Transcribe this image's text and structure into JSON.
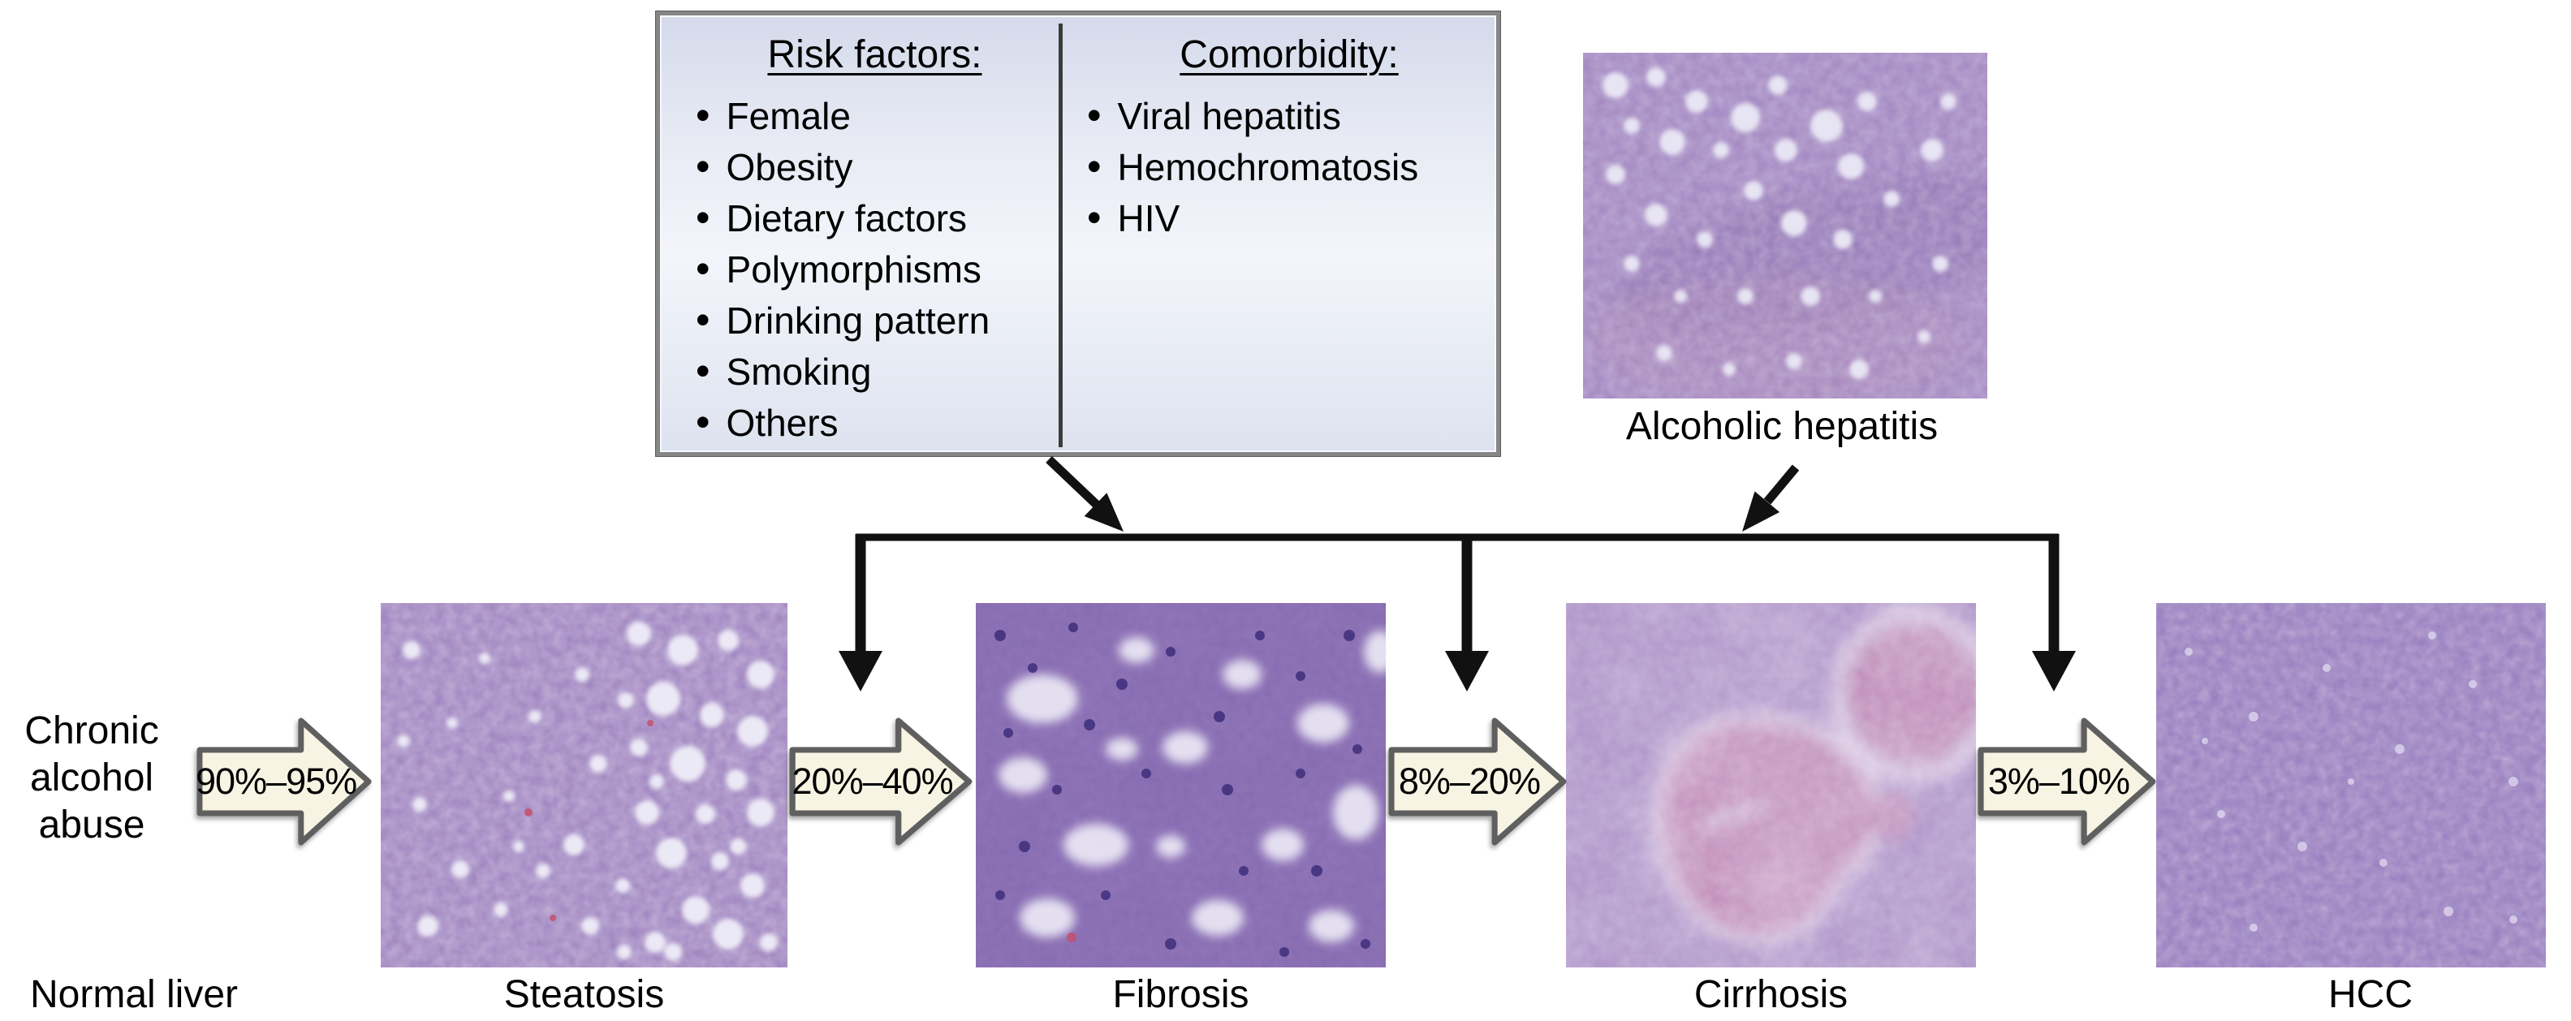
{
  "figure": {
    "background": "#ffffff",
    "risk_box": {
      "bullet_glyph": "•",
      "border_color": "#868686",
      "divider_color": "#3b3b3b",
      "left": {
        "heading": "Risk factors:",
        "items": [
          "Female",
          "Obesity",
          "Dietary factors",
          "Polymorphisms",
          "Drinking pattern",
          "Smoking",
          "Others"
        ]
      },
      "right": {
        "heading": "Comorbidity:",
        "items": [
          "Viral hepatitis",
          "Hemochromatosis",
          "HIV"
        ]
      }
    },
    "hepatitis": {
      "label": "Alcoholic hepatitis"
    },
    "source_label": "Chronic\nalcohol\nabuse",
    "transition_arrows": [
      {
        "label": "90%–95%"
      },
      {
        "label": "20%–40%"
      },
      {
        "label": "8%–20%"
      },
      {
        "label": "3%–10%"
      }
    ],
    "arrow_style": {
      "fill": "#f7f4e3",
      "stroke": "#5f5f5f",
      "text_color": "#000000"
    },
    "connector_color": "#111111",
    "stages": [
      {
        "label": "Normal liver"
      },
      {
        "label": "Steatosis"
      },
      {
        "label": "Fibrosis"
      },
      {
        "label": "Cirrhosis"
      },
      {
        "label": "HCC"
      }
    ],
    "histology_palette": {
      "steatosis_base": "#a187c0",
      "fibrosis_base": "#8a70b2",
      "cirrhosis_base": "#a98dc4",
      "hcc_base": "#9e86c2",
      "hepatitis_base": "#a58bc2",
      "vacuole": "#ece9f6",
      "nodule_pink": "#c08ab8",
      "nodule_halo": "#dcc9e3",
      "red_dot": "#c44f6b",
      "dark_nucleus": "#3e2e7b"
    }
  }
}
